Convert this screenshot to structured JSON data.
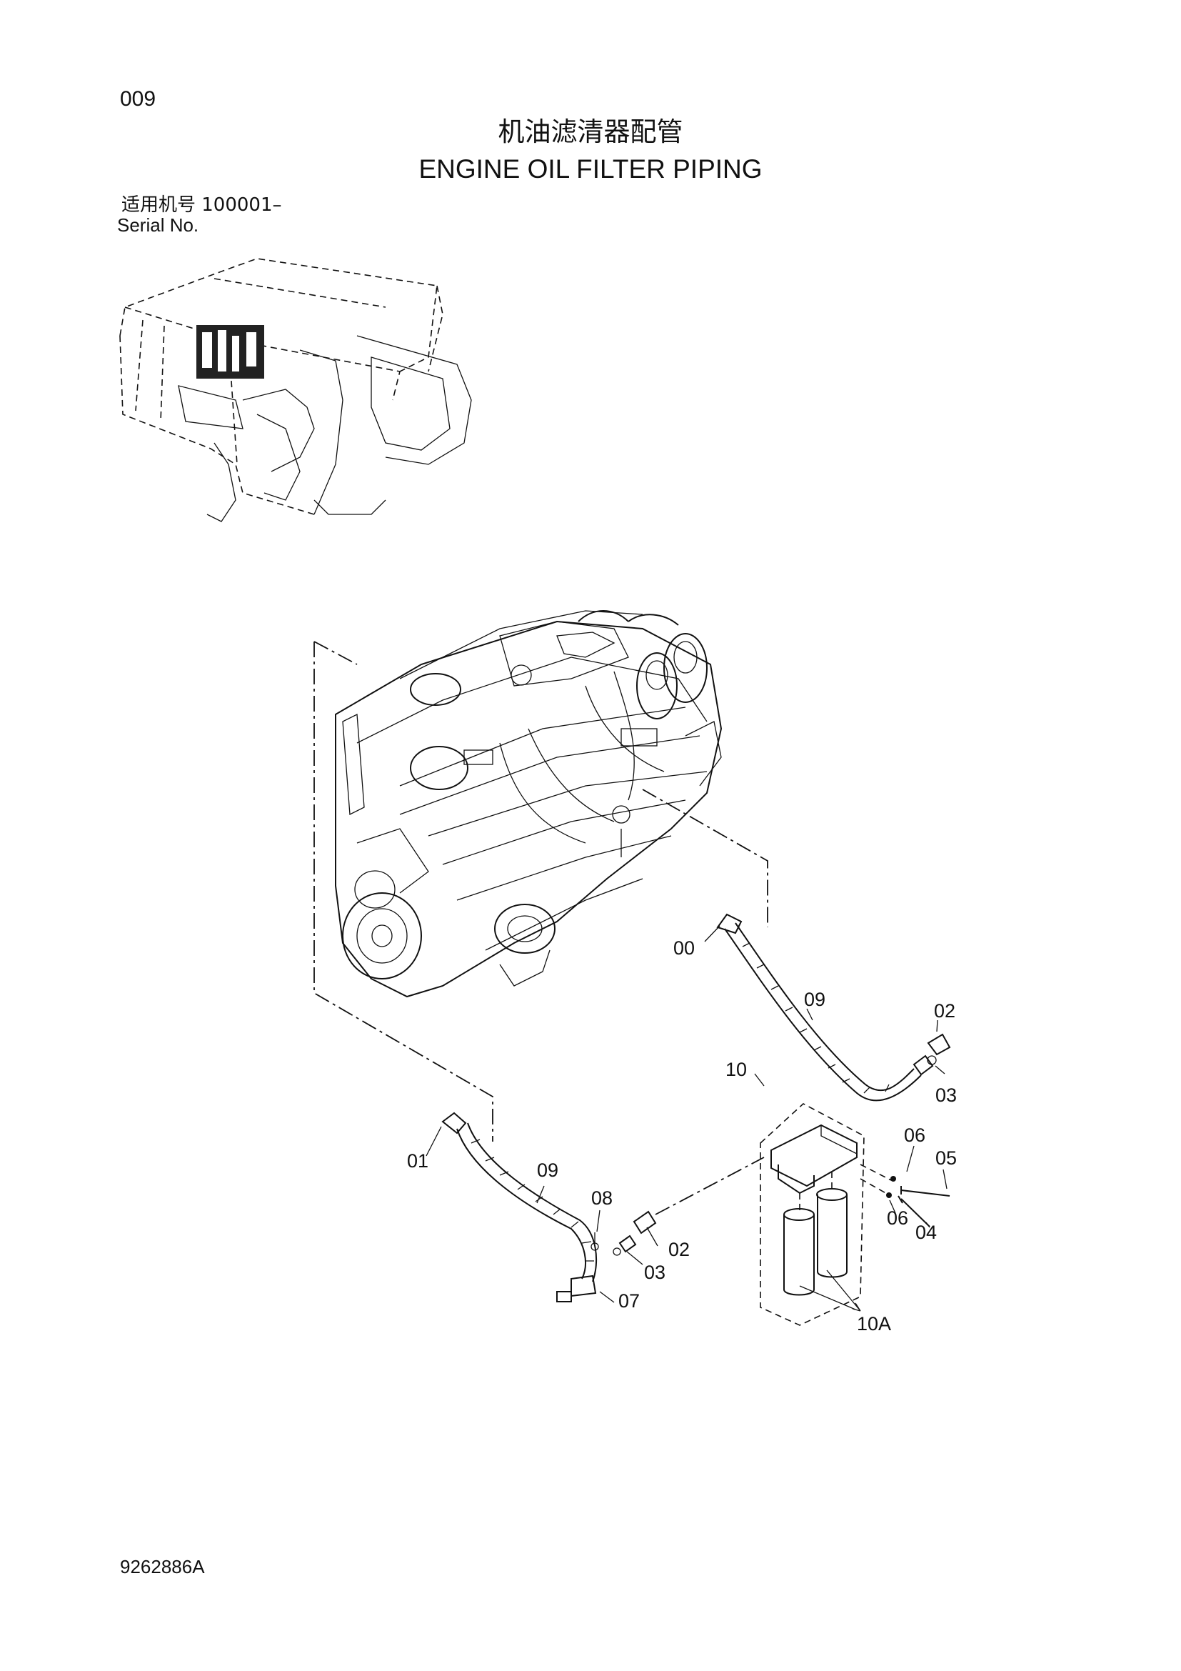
{
  "header": {
    "page_number": "009",
    "title_cn": "机油滤清器配管",
    "title_en": "ENGINE OIL FILTER PIPING",
    "serial_cn": "适用机号  100001–",
    "serial_en": "Serial No."
  },
  "footer": {
    "doc_code": "9262886A"
  },
  "callouts": [
    "00",
    "09",
    "02",
    "10",
    "03",
    "06",
    "05",
    "01",
    "09",
    "08",
    "06",
    "04",
    "02",
    "03",
    "07",
    "10A"
  ]
}
